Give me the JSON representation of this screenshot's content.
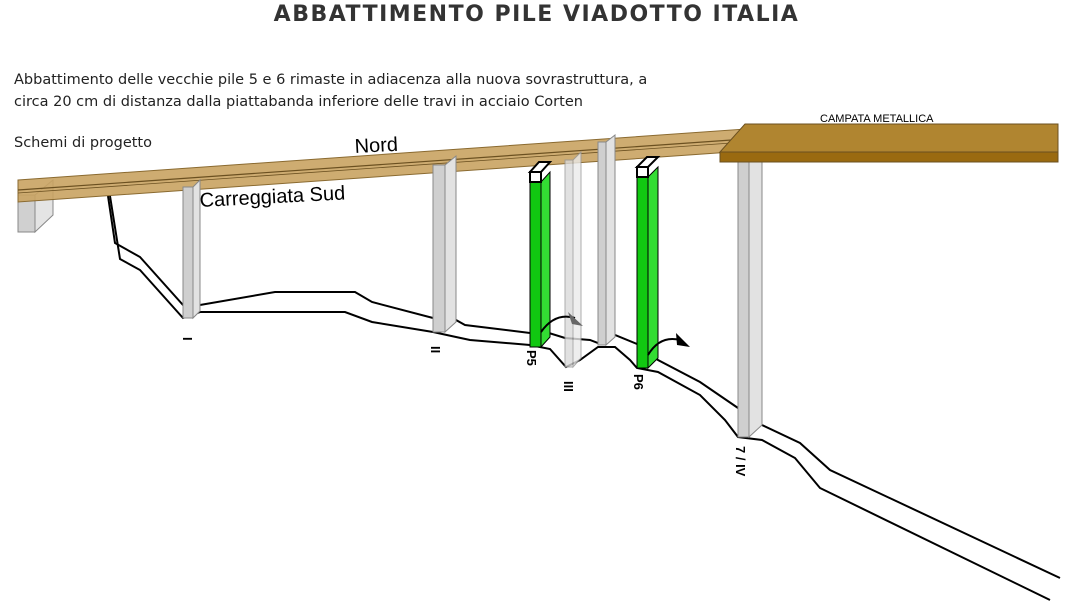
{
  "title": "ABBATTIMENTO PILE VIADOTTO ITALIA",
  "description": [
    "Abbattimento delle vecchie pile 5 e 6 rimaste in adiacenza alla nuova sovrastruttura, a",
    "circa 20 cm di distanza dalla piattabanda inferiore delle travi in acciaio Corten"
  ],
  "subtitle": "Schemi di progetto",
  "diagram": {
    "north_label": "Nord",
    "south_label": "Carreggiata Sud",
    "metal_span_label": "CAMPATA  METALLICA",
    "pier_labels": {
      "I": "I",
      "II": "II",
      "III": "III",
      "P5": "P5",
      "P6": "P6",
      "IV": "7 / IV"
    },
    "colors": {
      "deck": "#c9a362",
      "metal_span": "#b08530",
      "metal_span_dark": "#9a6a10",
      "demolished_pier": "#22cc22",
      "pier": "#d0d0d0"
    }
  }
}
